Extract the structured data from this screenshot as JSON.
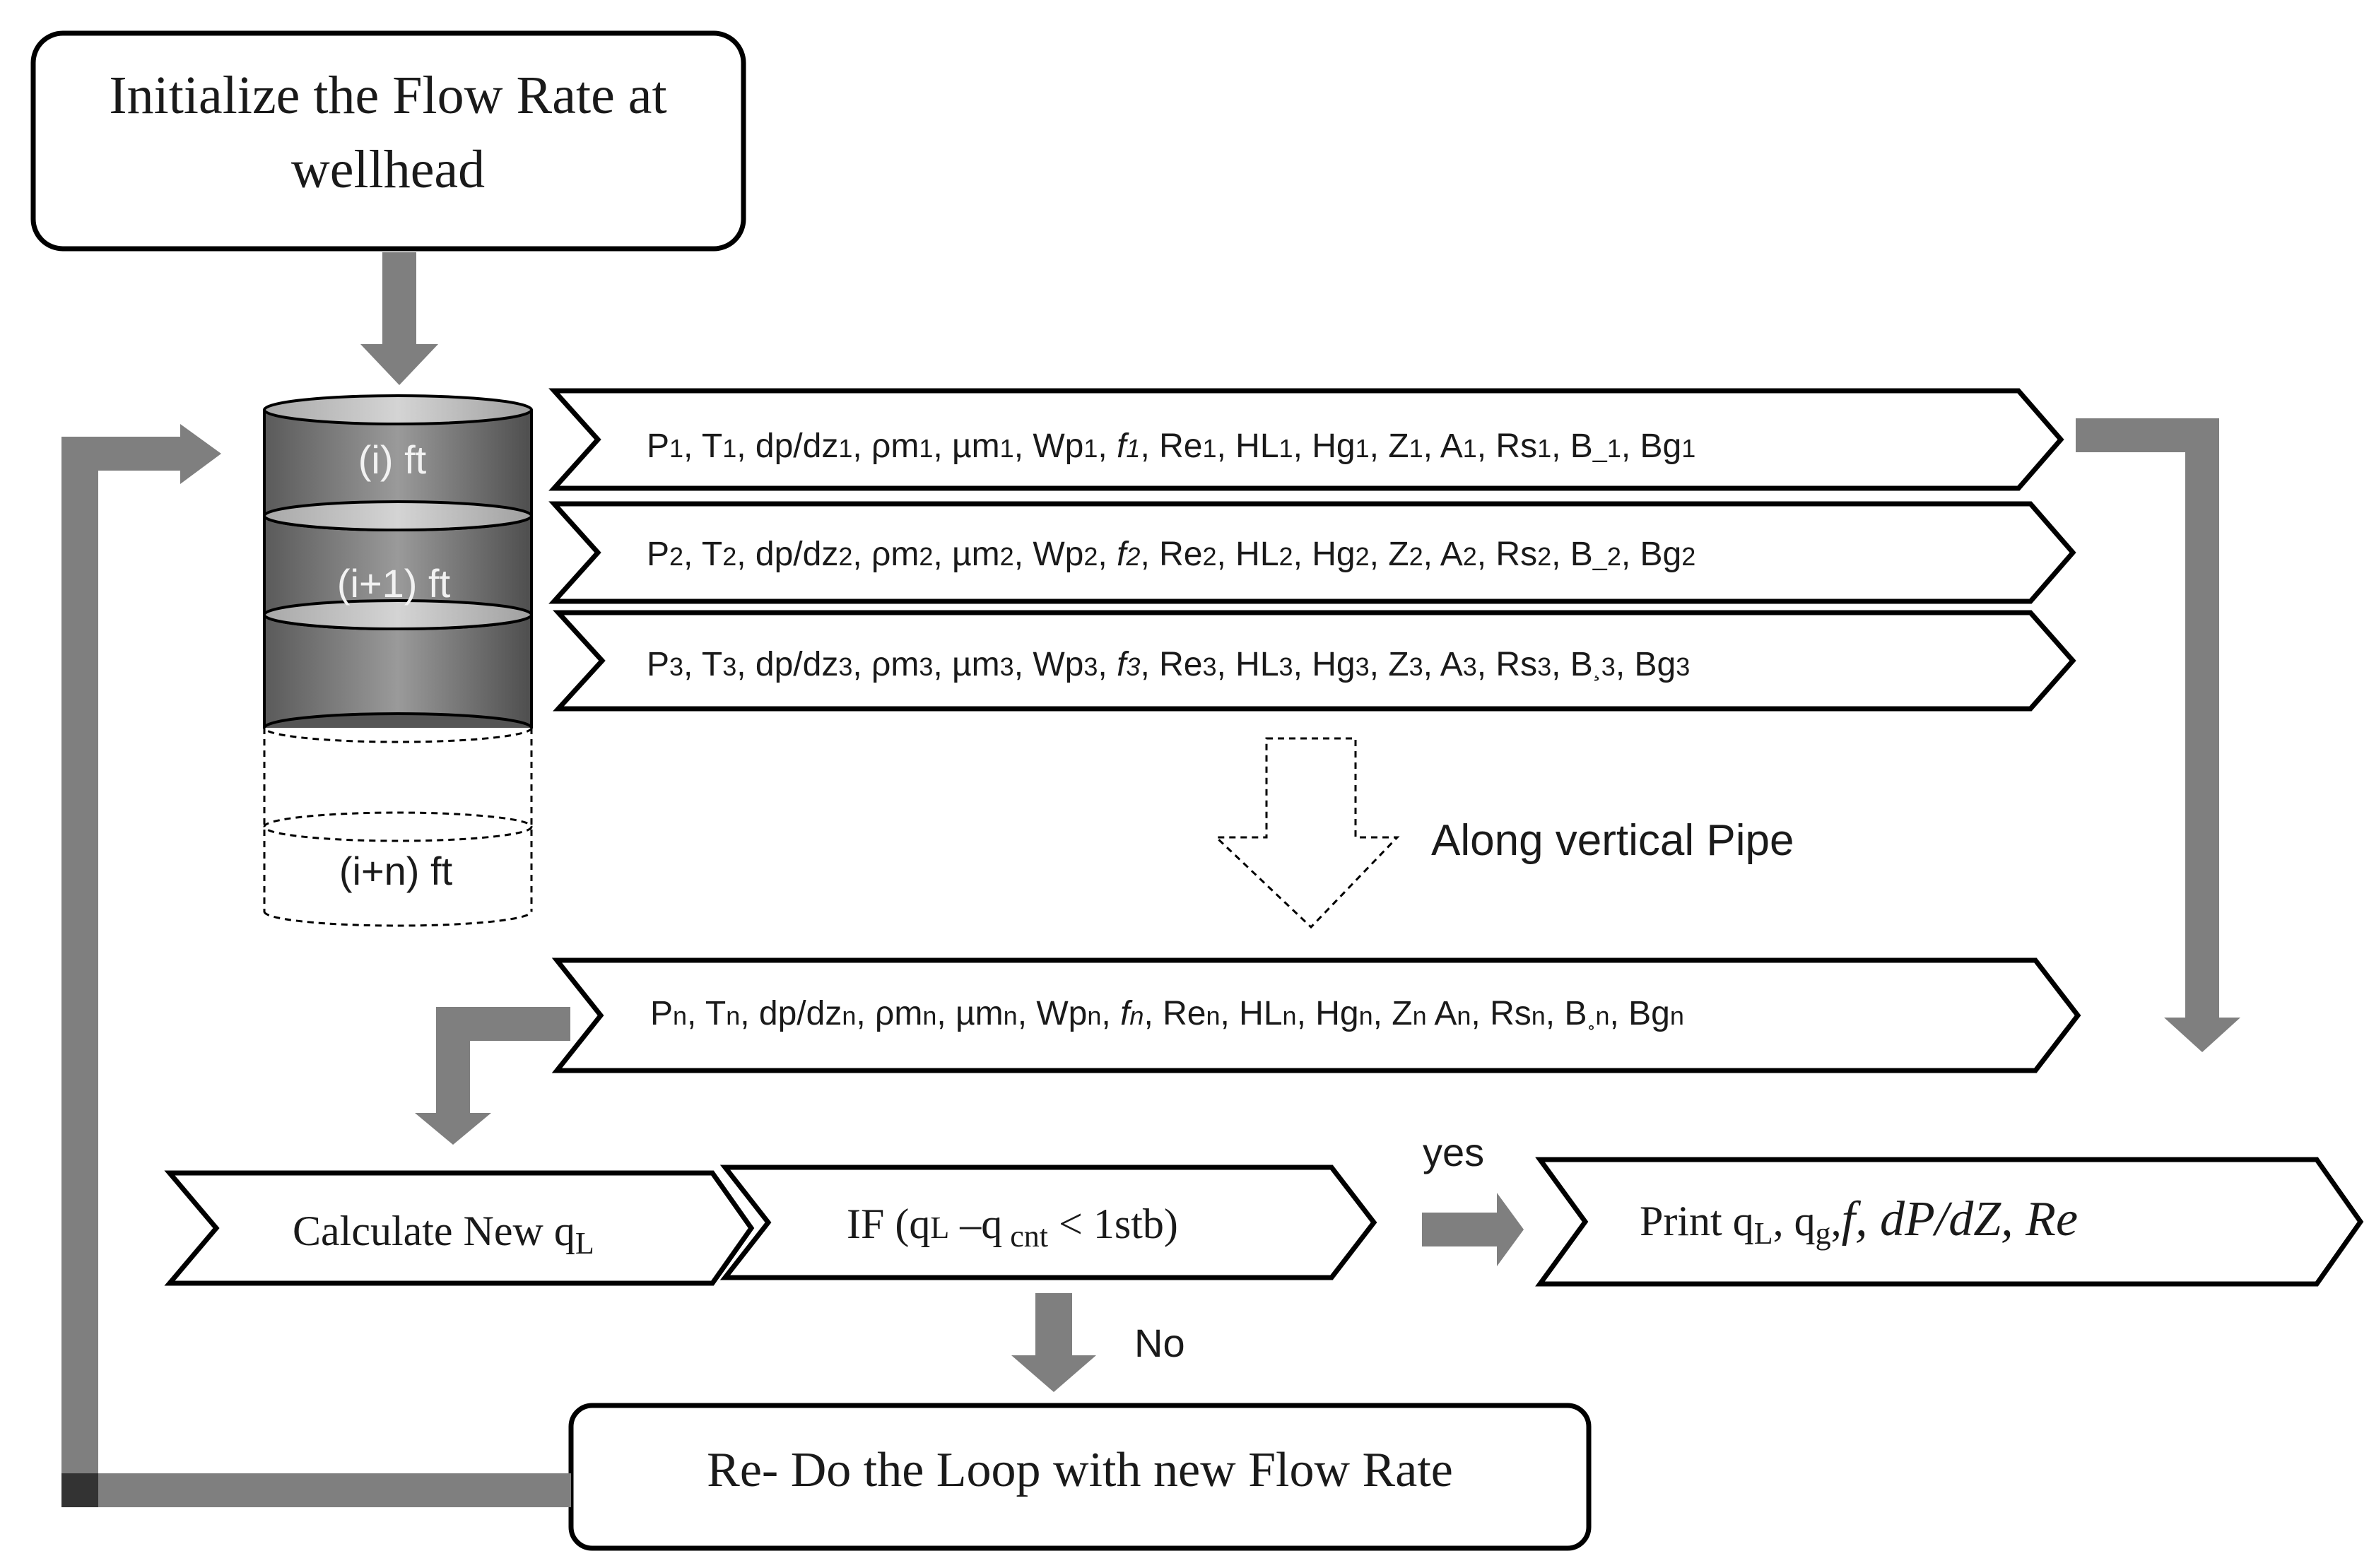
{
  "boxes": {
    "init_line1": "Initialize the Flow Rate at",
    "init_line2": "wellhead",
    "redo": "Re- Do the Loop with new Flow Rate"
  },
  "segments": {
    "seg1": "(i) ft",
    "seg2": "(i+1) ft",
    "segn": "(i+n) ft"
  },
  "rows": [
    {
      "P": "P",
      "sub": "1",
      "T": "T",
      "dpdz": "dp/dz",
      "rho": "ρm",
      "mu": "µm",
      "wp": "Wp",
      "f": "f",
      "re": "Re",
      "hl": "HL",
      "hg": "Hg",
      "z": "Z",
      "a": "A",
      "rs": "Rs",
      "bo": "B",
      "bsub": "_1",
      "bg": "Bg",
      "zsep": ", "
    },
    {
      "P": "P",
      "sub": "2",
      "T": "T",
      "dpdz": "dp/dz",
      "rho": "ρm",
      "mu": "µm",
      "wp": "Wp",
      "f": "f",
      "re": "Re",
      "hl": "HL",
      "hg": "Hg",
      "z": "Z",
      "a": "A",
      "rs": "Rs",
      "bo": "B",
      "bsub": "_2",
      "bg": "Bg",
      "zsep": ", "
    },
    {
      "P": "P",
      "sub": "3",
      "T": "T",
      "dpdz": "dp/dz",
      "rho": "ρm",
      "mu": "µm",
      "wp": "Wp",
      "f": "f",
      "re": "Re",
      "hl": "HL",
      "hg": "Hg",
      "z": "Z",
      "a": "A",
      "rs": "Rs",
      "bo": "B",
      "bsub": "¸3",
      "bg": "Bg",
      "zsep": ", "
    },
    {
      "P": "P",
      "sub": "n",
      "T": "T",
      "dpdz": "dp/dz",
      "rho": "ρm",
      "mu": "µm",
      "wp": "Wp",
      "f": "f",
      "re": "Re",
      "hl": "HL",
      "hg": "Hg",
      "z": "Z",
      "a": "A",
      "rs": "Rs",
      "bo": "B",
      "bsub": "˳n",
      "bg": "Bg",
      "zsep": " "
    }
  ],
  "along_label": "Along vertical Pipe",
  "calc": {
    "text": "Calculate New q",
    "sub": "L"
  },
  "if_box": {
    "prefix": "IF (q",
    "sub1": "L",
    "mid": " –q",
    "sub2": " cnt",
    "suffix": " < 1stb)"
  },
  "print_box": {
    "prefix": "Print q",
    "sub1": "L",
    "mid": ", q",
    "sub2": "g",
    "sep": ",",
    "rest": "f, dP/dZ, Re"
  },
  "yes_label": "yes",
  "no_label": "No",
  "colors": {
    "arrow": "#7f7f7f",
    "arrow_dark": "#333333",
    "stroke": "#000000",
    "cyl_top": "#bfbfbf",
    "cyl_body": "#6e6e6e"
  }
}
